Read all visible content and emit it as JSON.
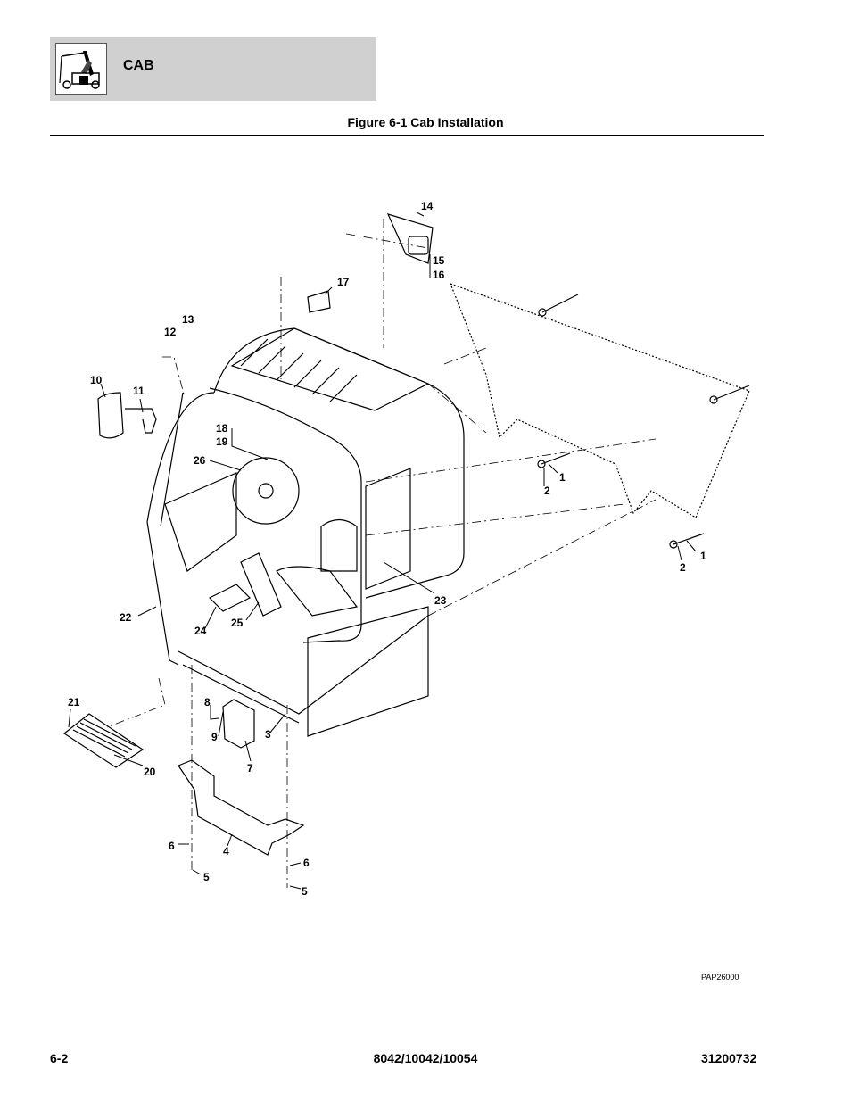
{
  "header": {
    "section": "CAB",
    "icon": "cab-machine-icon"
  },
  "figure": {
    "title": "Figure 6-1 Cab Installation",
    "ref": "PAP26000"
  },
  "callouts": {
    "c1a": "1",
    "c1b": "1",
    "c2a": "2",
    "c2b": "2",
    "c3": "3",
    "c4": "4",
    "c5a": "5",
    "c5b": "5",
    "c6a": "6",
    "c6b": "6",
    "c7": "7",
    "c8": "8",
    "c9": "9",
    "c10": "10",
    "c11": "11",
    "c12": "12",
    "c13": "13",
    "c14": "14",
    "c15": "15",
    "c16": "16",
    "c17": "17",
    "c18": "18",
    "c19": "19",
    "c20": "20",
    "c21": "21",
    "c22": "22",
    "c23": "23",
    "c24": "24",
    "c25": "25",
    "c26": "26"
  },
  "footer": {
    "page": "6-2",
    "models": "8042/10042/10054",
    "doc_number": "31200732"
  }
}
